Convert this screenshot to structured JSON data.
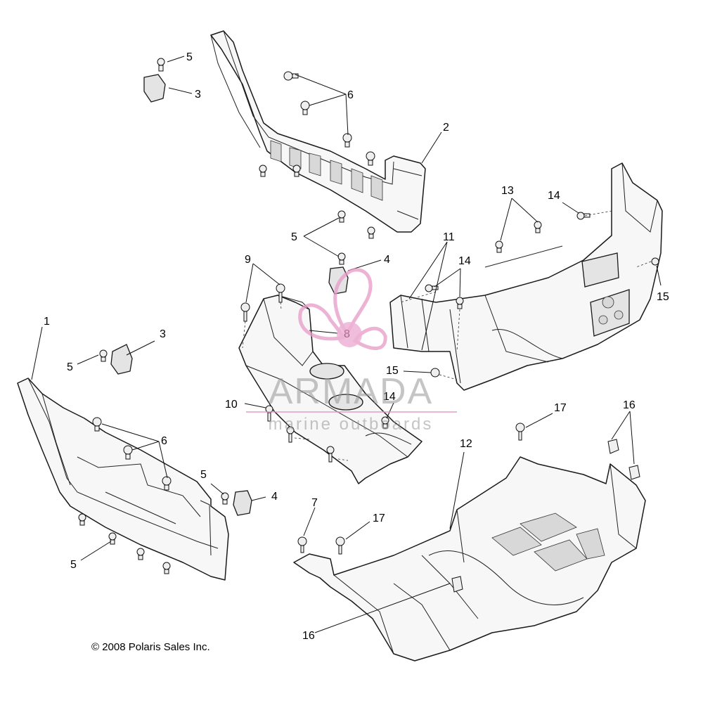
{
  "diagram": {
    "callouts": [
      {
        "id": "c1",
        "label": "1"
      },
      {
        "id": "c2",
        "label": "2"
      },
      {
        "id": "c3a",
        "label": "3"
      },
      {
        "id": "c3b",
        "label": "3"
      },
      {
        "id": "c4a",
        "label": "4"
      },
      {
        "id": "c4b",
        "label": "4"
      },
      {
        "id": "c5a",
        "label": "5"
      },
      {
        "id": "c5b",
        "label": "5"
      },
      {
        "id": "c5c",
        "label": "5"
      },
      {
        "id": "c5d",
        "label": "5"
      },
      {
        "id": "c5e",
        "label": "5"
      },
      {
        "id": "c6a",
        "label": "6"
      },
      {
        "id": "c6b",
        "label": "6"
      },
      {
        "id": "c7",
        "label": "7"
      },
      {
        "id": "c8",
        "label": "8"
      },
      {
        "id": "c9",
        "label": "9"
      },
      {
        "id": "c10",
        "label": "10"
      },
      {
        "id": "c11",
        "label": "11"
      },
      {
        "id": "c12",
        "label": "12"
      },
      {
        "id": "c13",
        "label": "13"
      },
      {
        "id": "c14a",
        "label": "14"
      },
      {
        "id": "c14b",
        "label": "14"
      },
      {
        "id": "c14c",
        "label": "14"
      },
      {
        "id": "c15a",
        "label": "15"
      },
      {
        "id": "c15b",
        "label": "15"
      },
      {
        "id": "c16a",
        "label": "16"
      },
      {
        "id": "c16b",
        "label": "16"
      },
      {
        "id": "c17a",
        "label": "17"
      },
      {
        "id": "c17b",
        "label": "17"
      }
    ],
    "copyright": "© 2008 Polaris Sales Inc.",
    "watermark": {
      "name": "ARMADA",
      "tagline": "marine outboards",
      "logo_icon": "propeller-icon",
      "accent_color": "#e89ac8",
      "text_color": "#999999"
    }
  }
}
